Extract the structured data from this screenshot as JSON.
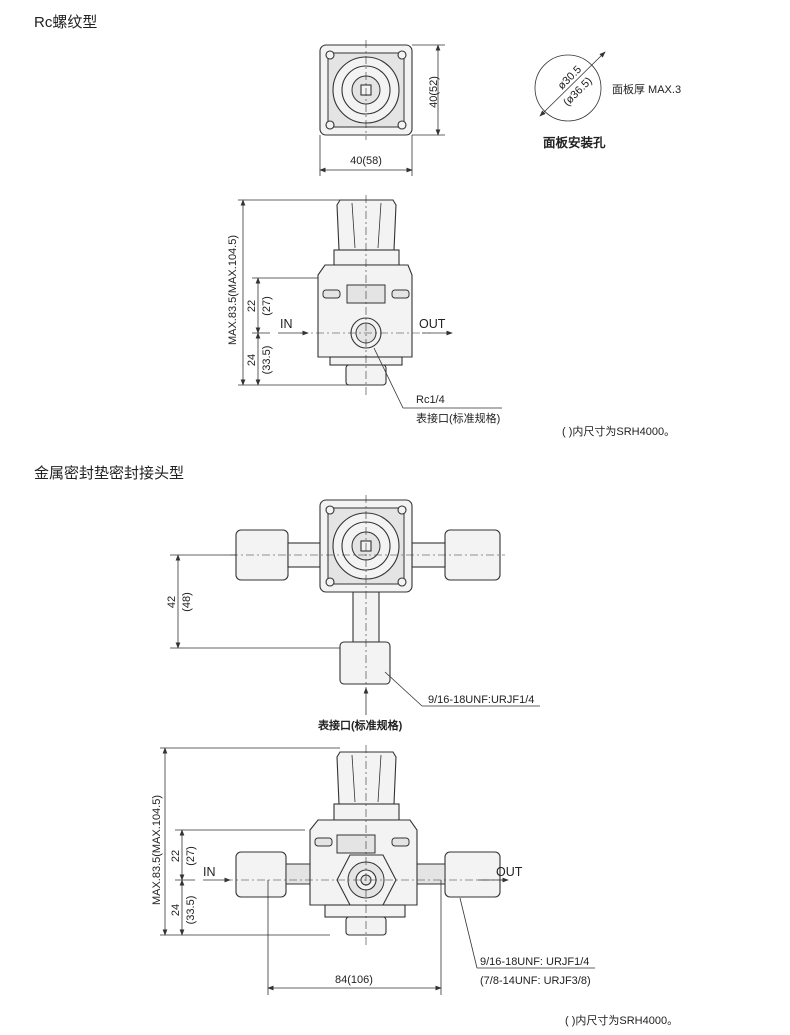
{
  "sections": [
    {
      "title": "Rc螺纹型",
      "top_view": {
        "width_dim": "40(58)",
        "height_dim": "40(52)"
      },
      "panel_hole": {
        "dia": "ø30.5",
        "dia_alt": "(ø36.5)",
        "thickness": "面板厚 MAX.3",
        "caption": "面板安装孔"
      },
      "front_view": {
        "height_dim": "MAX.83.5(MAX.104.5)",
        "upper_dim": "22",
        "upper_dim_alt": "(27)",
        "lower_dim": "24",
        "lower_dim_alt": "(33.5)",
        "in_label": "IN",
        "out_label": "OUT",
        "port_label": "Rc1/4",
        "port_caption": "表接口(标准规格)"
      },
      "note": "(    )内尺寸为SRH4000。"
    },
    {
      "title": "金属密封垫密封接头型",
      "top_view": {
        "dim": "42",
        "dim_alt": "(48)",
        "fitting_label": "9/16-18UNF:URJF1/4",
        "port_caption": "表接口(标准规格)"
      },
      "front_view": {
        "height_dim": "MAX.83.5(MAX.104.5)",
        "upper_dim": "22",
        "upper_dim_alt": "(27)",
        "lower_dim": "24",
        "lower_dim_alt": "(33.5)",
        "in_label": "IN",
        "out_label": "OUT",
        "width_dim": "84(106)",
        "fitting_label": "9/16-18UNF: URJF1/4",
        "fitting_label_alt": "(7/8-14UNF: URJF3/8)"
      },
      "note": "(    )内尺寸为SRH4000。"
    }
  ]
}
